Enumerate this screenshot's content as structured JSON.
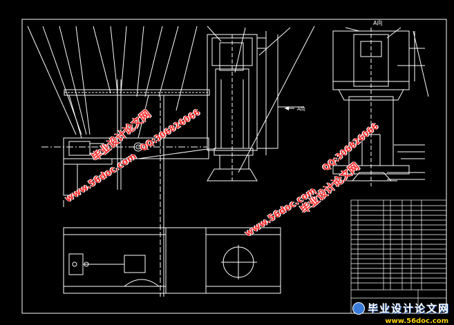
{
  "drawing": {
    "view_label_a": "A向",
    "view_label_a_arrow": "A向"
  },
  "watermarks": {
    "site": "www.56doc.com",
    "qq": "QQ:306826066",
    "brand": "毕业设计论文网"
  },
  "footer": {
    "brand": "毕业设计论文网",
    "url": "www.56doc.com"
  },
  "colors": {
    "background": "#000000",
    "lines": "#ffffff",
    "watermark": "#ff2a2a",
    "footer_url": "#ffd400"
  }
}
